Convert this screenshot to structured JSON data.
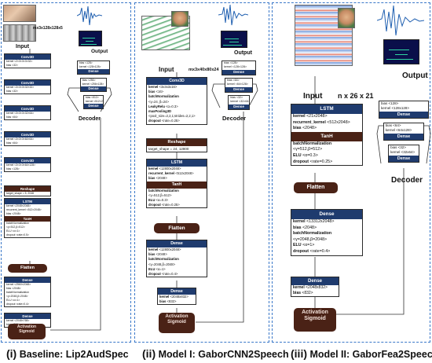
{
  "panel1": {
    "input_label": "Input",
    "input_shape": "mx3x128x128x5",
    "blocks": [
      {
        "title": "Conv3D",
        "rows": [
          "kernel <2×3×3×3×32>",
          "bias <32>"
        ]
      },
      {
        "title": "Conv3D",
        "rows": [
          "kernel <3×3×3×32×32>",
          "bias <32>"
        ]
      },
      {
        "title": "Conv3D",
        "rows": [
          "kernel <3×3×3×32×64>",
          "bias <64>"
        ]
      },
      {
        "title": "Conv3D",
        "rows": [
          "kernel <3×3×3×64×64>",
          "bias <64>"
        ]
      },
      {
        "title": "Conv3D",
        "rows": [
          "kernel <3×3×3×64×128>",
          "bias <128>"
        ]
      }
    ],
    "reshape": {
      "title": "Reshape",
      "rows": [
        "target_shape = 5, 2048"
      ]
    },
    "lstm": {
      "title": "LSTM",
      "rows": [
        "kernel <2048×2048>",
        "recurrent_kernel <512×2048>",
        "bias <2048>"
      ],
      "sub": "TanH",
      "sub_rows": [
        "batchNormalization",
        "<y=512,β=512>",
        "ELU <α=1>",
        "dropout <rate=0.5>"
      ]
    },
    "flatten": "Flatten",
    "dense": {
      "title": "Dense",
      "rows": [
        "kernel <2560×2048>",
        "bias <2048>",
        "batchNormalization",
        "<y=2048,β=2048>",
        "ELU <α=1>",
        "dropout <rate=0.4>"
      ]
    },
    "dense2": {
      "title": "Dense",
      "rows": [
        "kernel <2048×768>",
        "bias <768>"
      ]
    },
    "activation": [
      "Activation",
      "Sigmoid"
    ],
    "decoder_label": "Decoder",
    "output_label": "Output",
    "decoder": {
      "top_rows": [
        "bias <128>",
        "kernel <128×128>"
      ],
      "dense1": "Dense",
      "mid_rows": [
        "bias <256>",
        "kernel <256×128>"
      ],
      "dense2": "Dense",
      "bot_rows": [
        "bias <512>",
        "kernel <512×256>"
      ],
      "dense3": "Dense"
    },
    "caption_lead": "(i)",
    "caption": " Baseline: Lip2AudSpec"
  },
  "panel2": {
    "input_label": "Input",
    "input_shape": "mx3x40x80x24",
    "conv": {
      "title": "Conv3D",
      "rows": [
        {
          "k": "kernel",
          "v": "<3x3x3x16>"
        },
        {
          "k": "bias",
          "v": "<16>"
        },
        {
          "k": "batchNormalization",
          "v": ""
        },
        {
          "k": "",
          "v": "<γ=24, β=24>"
        },
        {
          "k": "LeakyRelu",
          "v": "<α=0.3>"
        },
        {
          "k": "maxPooling3D",
          "v": ""
        },
        {
          "k": "",
          "v": "<pool_size=2,2,1;strides=2,2,1>"
        },
        {
          "k": "dropout",
          "v": "<rate=0.25>"
        }
      ]
    },
    "reshape": {
      "title": "Reshape",
      "rows": [
        "target_shape = 24, 12800"
      ]
    },
    "lstm": {
      "title": "LSTM",
      "rows": [
        {
          "k": "kernel",
          "v": "<12800x2048>"
        },
        {
          "k": "recurrent_kernel",
          "v": "<512x2048>"
        },
        {
          "k": "bias",
          "v": "<2048>"
        }
      ],
      "sub": "TanH",
      "sub_rows": [
        {
          "k": "batchNormalization",
          "v": ""
        },
        {
          "k": "",
          "v": "<γ=512,β=512>"
        },
        {
          "k": "ELU",
          "v": "<α=0.3>"
        },
        {
          "k": "dropout",
          "v": "<rate=0.25>"
        }
      ]
    },
    "flatten": "Flatten",
    "dense": {
      "title": "Dense",
      "rows": [
        {
          "k": "kernel",
          "v": "<12800x2048>"
        },
        {
          "k": "bias",
          "v": "<2048>"
        },
        {
          "k": "batchNormalization",
          "v": ""
        },
        {
          "k": "",
          "v": "<γ=2048,β=2048>"
        },
        {
          "k": "ELU",
          "v": "<α=1>"
        },
        {
          "k": "dropout",
          "v": "<rate=0.4>"
        }
      ]
    },
    "dense2": {
      "title": "Dense",
      "rows": [
        {
          "k": "kernel",
          "v": "<2048x832>"
        },
        {
          "k": "bias",
          "v": "<832>"
        }
      ]
    },
    "activation": [
      "Activation",
      "Sigmoid"
    ],
    "decoder_label": "Decoder",
    "output_label": "Output",
    "decoder": {
      "top_rows": [
        "bias <128>",
        "kernel <128×128>"
      ],
      "dense1": "Dense",
      "mid_rows": [
        "bias <64>",
        "kernel <64×128>"
      ],
      "dense2": "Dense",
      "bot_rows": [
        "bias <32>",
        "kernel <32×64>"
      ],
      "dense3": "Dense"
    },
    "caption_lead": "(ii)",
    "caption": " Model I: GaborCNN2Speech"
  },
  "panel3": {
    "input_label": "Input",
    "input_shape": "n x 26 x 21",
    "lstm": {
      "title": "LSTM",
      "rows": [
        {
          "k": "kernel",
          "v": "<21x2048>"
        },
        {
          "k": "recurrent_kernel",
          "v": "<512x2048>"
        },
        {
          "k": "bias",
          "v": "<2048>"
        }
      ],
      "sub": "TanH",
      "sub_rows": [
        {
          "k": "batchNormalization",
          "v": ""
        },
        {
          "k": "",
          "v": "<γ=512,β=512>"
        },
        {
          "k": "ELU",
          "v": "<α=0.3>"
        },
        {
          "k": "dropout",
          "v": "<rate=0.25>"
        }
      ]
    },
    "flatten": "Flatten",
    "dense": {
      "title": "Dense",
      "rows": [
        {
          "k": "kernel",
          "v": "<13312x2048>"
        },
        {
          "k": "bias",
          "v": "<2048>"
        },
        {
          "k": "batchNormalization",
          "v": ""
        },
        {
          "k": "",
          "v": "<γ=2048,β=2048>"
        },
        {
          "k": "ELU",
          "v": "<α=1>"
        },
        {
          "k": "dropout",
          "v": "<rate=0.4>"
        }
      ]
    },
    "dense2": {
      "title": "Dense",
      "rows": [
        {
          "k": "kernel",
          "v": "<2048x832>"
        },
        {
          "k": "bias",
          "v": "<832>"
        }
      ]
    },
    "activation": [
      "Activation",
      "Sigmoid"
    ],
    "decoder_label": "Decoder",
    "output_label": "Output",
    "decoder": {
      "top_rows": [
        "bias <128>",
        "kernel <128x128>"
      ],
      "dense1": "Dense",
      "mid_rows": [
        "bias <64>",
        "kernel <64x128>"
      ],
      "dense2": "Dense",
      "bot_rows": [
        "bias <32>",
        "kernel <32x64>"
      ],
      "dense3": "Dense"
    },
    "caption_lead": "(iii)",
    "caption": " Model II: GaborFea2Speech"
  },
  "colors": {
    "panel_border": "#3a78c9",
    "header": "#1f3b6e",
    "dark_block": "#4a2216",
    "spectrogram_bg": "#0a0f4a"
  }
}
